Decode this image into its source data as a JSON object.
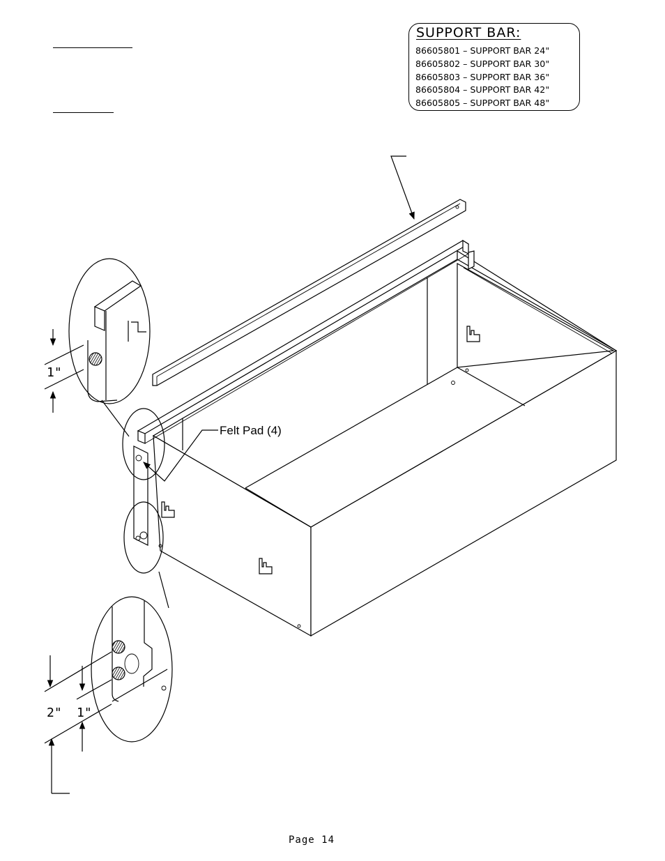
{
  "support_bar_table": {
    "title": "SUPPORT BAR:",
    "items": [
      {
        "part_no": "86605801",
        "desc": "SUPPORT BAR",
        "size": "24\""
      },
      {
        "part_no": "86605802",
        "desc": "SUPPORT BAR",
        "size": "30\""
      },
      {
        "part_no": "86605803",
        "desc": "SUPPORT BAR",
        "size": "36\""
      },
      {
        "part_no": "86605804",
        "desc": "SUPPORT BAR",
        "size": "42\""
      },
      {
        "part_no": "86605805",
        "desc": "SUPPORT BAR",
        "size": "48\""
      }
    ]
  },
  "callouts": {
    "felt_pad": "Felt Pad (4)"
  },
  "dimensions": {
    "top_detail": "1\"",
    "bottom_detail_outer": "2\"",
    "bottom_detail_inner": "1\""
  },
  "footer": {
    "page": "Page 14"
  }
}
